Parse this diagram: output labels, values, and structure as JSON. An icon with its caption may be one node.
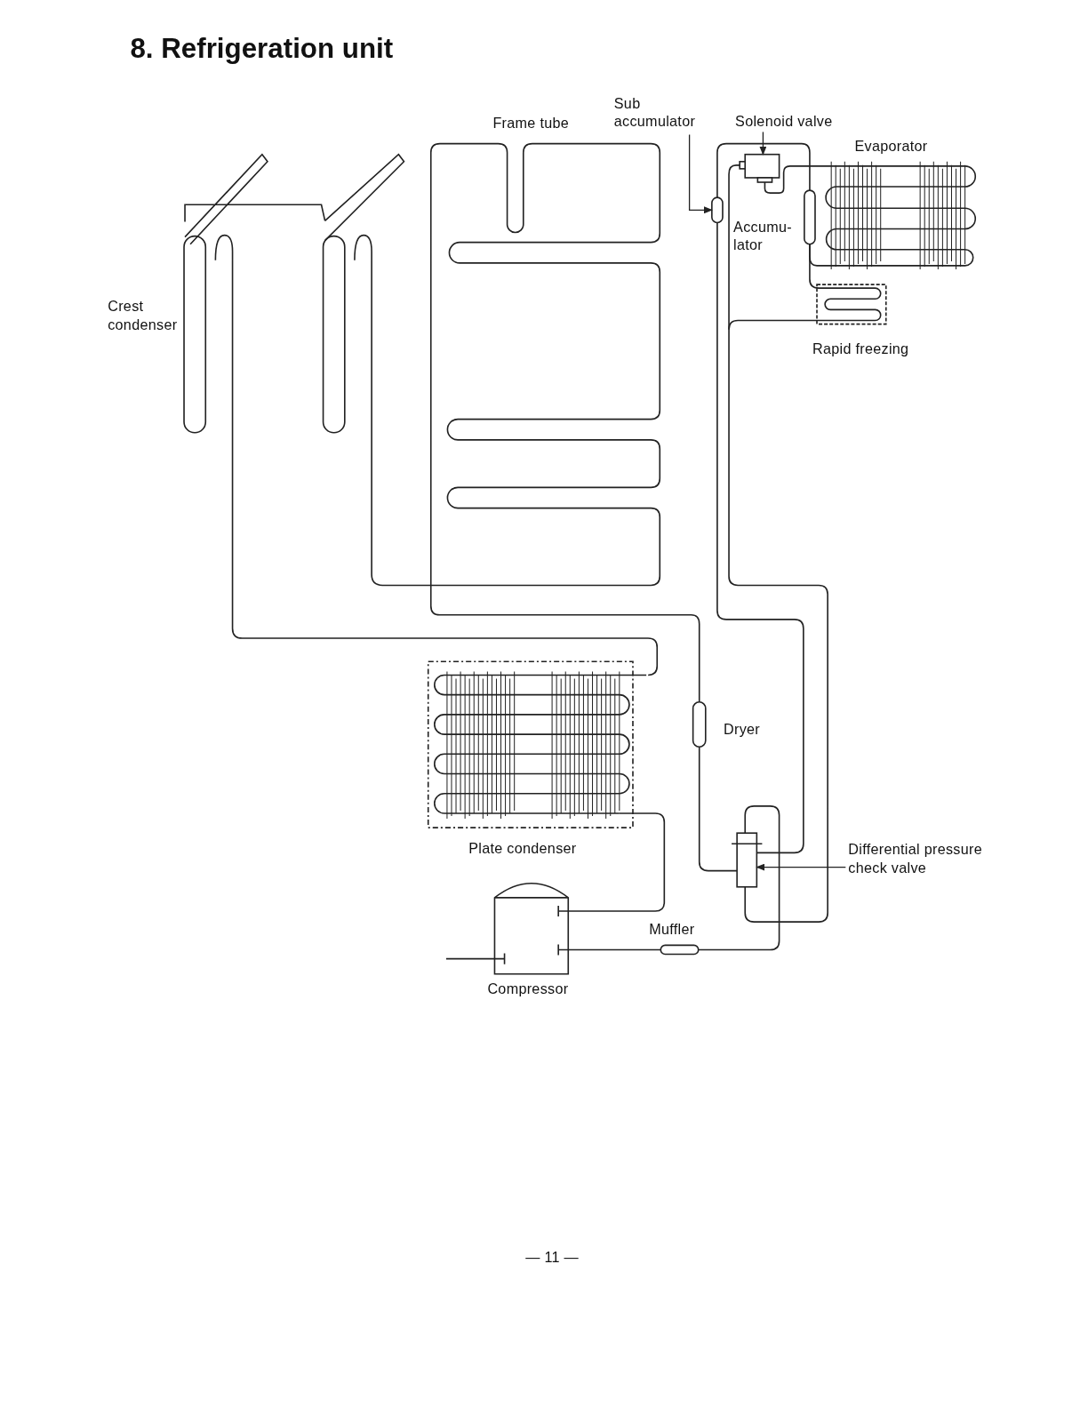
{
  "diagram": {
    "title": "8. Refrigeration unit",
    "nodes": [
      {
        "text": [
          "Sub accumulator"
        ]
      },
      {
        "text": [],
        "shape": "cylinder"
      },
      {
        "text": [
          "Solenoid valve"
        ]
      },
      {
        "text": [],
        "shape": "box"
      },
      {
        "text": [
          "Differential pressure check valve"
        ]
      },
      {
        "text": [],
        "shape": "box"
      }
    ],
    "edges": [
      {
        "from": 0,
        "to": 1,
        "arrow": "to"
      },
      {
        "from": 2,
        "to": 3,
        "arrow": "to"
      },
      {
        "from": 4,
        "to": 5,
        "arrow": "to"
      }
    ],
    "labels": [
      "Frame tube",
      "Evaporator",
      "Accumu- lator",
      "Crest condenser",
      "Rapid freezing",
      "Dryer",
      "Plate condenser",
      "Muffler",
      "Compressor",
      "— 11 —"
    ]
  }
}
